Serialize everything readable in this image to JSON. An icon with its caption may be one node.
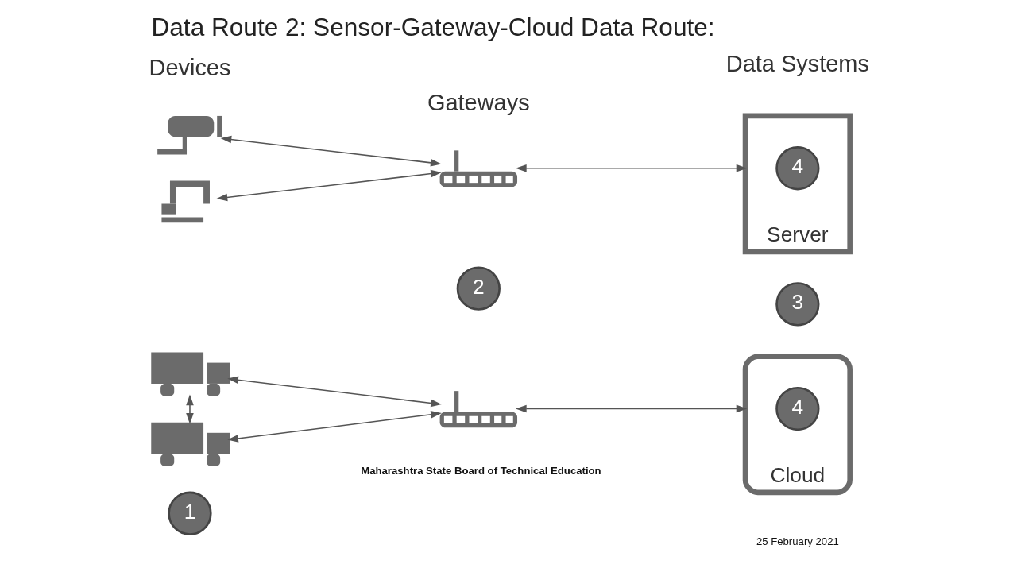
{
  "diagram": {
    "title": "Data Route 2: Sensor-Gateway-Cloud Data Route:",
    "nodes": [
      {
        "text": [],
        "shape": "picture"
      },
      {
        "text": [],
        "shape": "picture"
      },
      {
        "text": [],
        "shape": "picture"
      },
      {
        "text": [
          "1"
        ]
      },
      {
        "text": [],
        "shape": "picture"
      },
      {
        "text": [],
        "shape": "picture"
      },
      {
        "text": [
          "2"
        ]
      },
      {
        "text": [],
        "shape": "picture"
      },
      {
        "text": [
          "3"
        ]
      },
      {
        "text": [],
        "shape": "box",
        "beside": [
          "Server"
        ]
      },
      {
        "text": [
          "4"
        ],
        "in": 9
      },
      {
        "text": [],
        "shape": "cloud",
        "beside": [
          "Cloud"
        ]
      },
      {
        "text": [
          "4"
        ],
        "in": 11
      }
    ],
    "edges": [
      {
        "from": 0,
        "to": 5,
        "arrow": "both"
      },
      {
        "from": 1,
        "to": 5,
        "arrow": "both"
      },
      {
        "from": 5,
        "to": 9,
        "arrow": "both"
      },
      {
        "from": 2,
        "to": 7,
        "arrow": "both"
      },
      {
        "from": 2,
        "to": 4,
        "arrow": "both"
      },
      {
        "from": 4,
        "to": 7,
        "arrow": "both"
      },
      {
        "from": 7,
        "to": 11,
        "arrow": "both"
      }
    ],
    "labels": [
      "Devices",
      "Gateways",
      "Data Systems",
      "Maharashtra State Board of Technical Education",
      "25 February 2021"
    ]
  }
}
